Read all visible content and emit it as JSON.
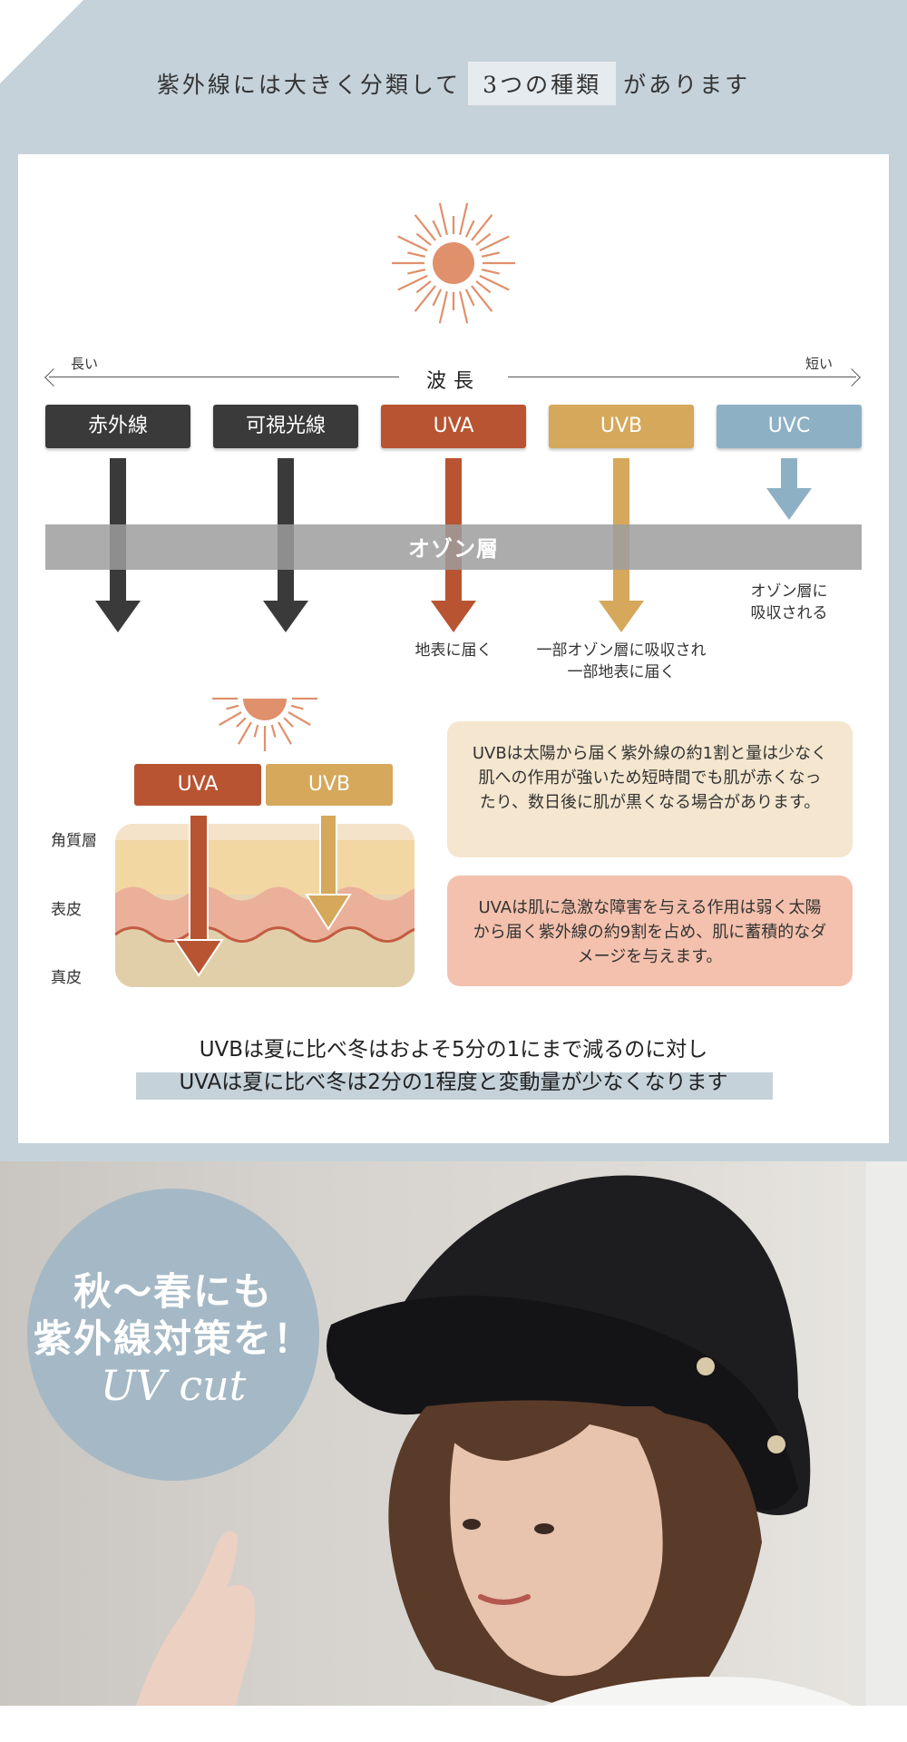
{
  "header": {
    "prefix": "紫外線には大きく分類して",
    "highlight": "3つの種類",
    "suffix": "があります"
  },
  "wavelength": {
    "long": "長い",
    "short": "短い",
    "title": "波長"
  },
  "bands": [
    {
      "label": "赤外線",
      "color": "#3a3a3a"
    },
    {
      "label": "可視光線",
      "color": "#3a3a3a"
    },
    {
      "label": "UVA",
      "color": "#b85431"
    },
    {
      "label": "UVB",
      "color": "#d5a85b"
    },
    {
      "label": "UVC",
      "color": "#8eb0c4"
    }
  ],
  "ozone": {
    "label": "オゾン層",
    "uvc_note": [
      "オゾン層に",
      "吸収される"
    ],
    "uva_note": "地表に届く",
    "uvb_note": [
      "一部オゾン層に吸収され",
      "一部地表に届く"
    ]
  },
  "skin": {
    "uva_label": "UVA",
    "uvb_label": "UVB",
    "layers": [
      "角質層",
      "表皮",
      "真皮"
    ]
  },
  "info": {
    "uvb_text": "UVBは太陽から届く紫外線の約1割と量は少なく肌への作用が強いため短時間でも肌が赤くなったり、数日後に肌が黒くなる場合があります。",
    "uva_text": "UVAは肌に急激な障害を与える作用は弱く太陽から届く紫外線の約9割を占め、肌に蓄積的なダメージを与えます。",
    "uvb_box_color": "#f4e6cf",
    "uva_box_color": "#f3c1ad"
  },
  "summary": {
    "line1": "UVBは夏に比べ冬はおよそ5分の1にまで減るのに対し",
    "line2": "UVAは夏に比べ冬は2分の1程度と変動量が少なくなります"
  },
  "promo": {
    "line1": "秋〜春にも",
    "line2": "紫外線対策を！",
    "script": "UV cut"
  },
  "colors": {
    "background": "#c5d2da",
    "sun": "#e0906b",
    "ozone_band": "#9d9d9d"
  }
}
